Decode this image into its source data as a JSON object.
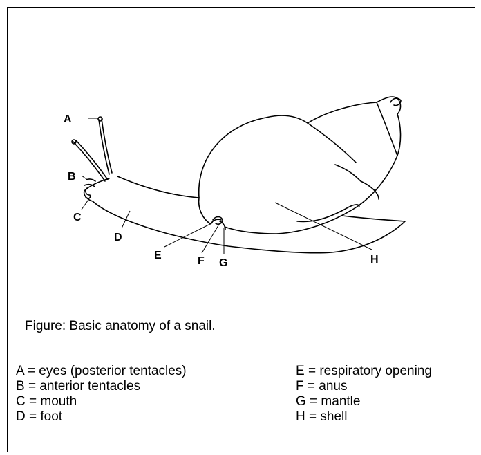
{
  "labels": {
    "A": "A",
    "B": "B",
    "C": "C",
    "D": "D",
    "E": "E",
    "F": "F",
    "G": "G",
    "H": "H"
  },
  "caption": "Figure: Basic anatomy of a snail.",
  "legend_left": [
    "A = eyes (posterior tentacles)",
    "B = anterior tentacles",
    "C = mouth",
    "D = foot"
  ],
  "legend_right": [
    "E = respiratory opening",
    "F = anus",
    "G = mantle",
    "H = shell"
  ]
}
